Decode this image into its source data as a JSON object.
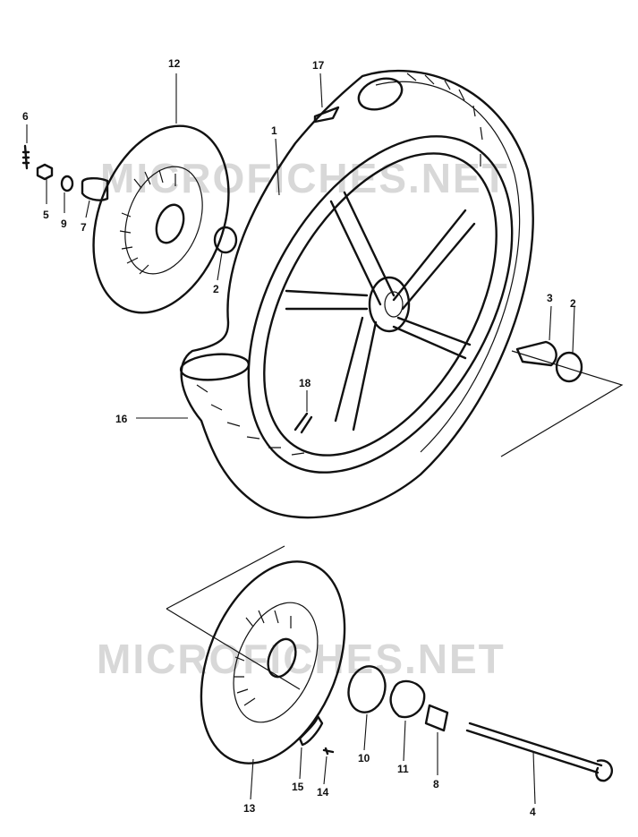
{
  "watermarks": [
    "MICROFICHES.NET",
    "MICROFICHES.NET"
  ],
  "callouts": {
    "p1": "1",
    "p2a": "2",
    "p2b": "2",
    "p3": "3",
    "p4": "4",
    "p5": "5",
    "p6": "6",
    "p7": "7",
    "p8": "8",
    "p9": "9",
    "p10": "10",
    "p11": "11",
    "p12": "12",
    "p13": "13",
    "p14": "14",
    "p15": "15",
    "p16": "16",
    "p17": "17",
    "p18": "18"
  }
}
